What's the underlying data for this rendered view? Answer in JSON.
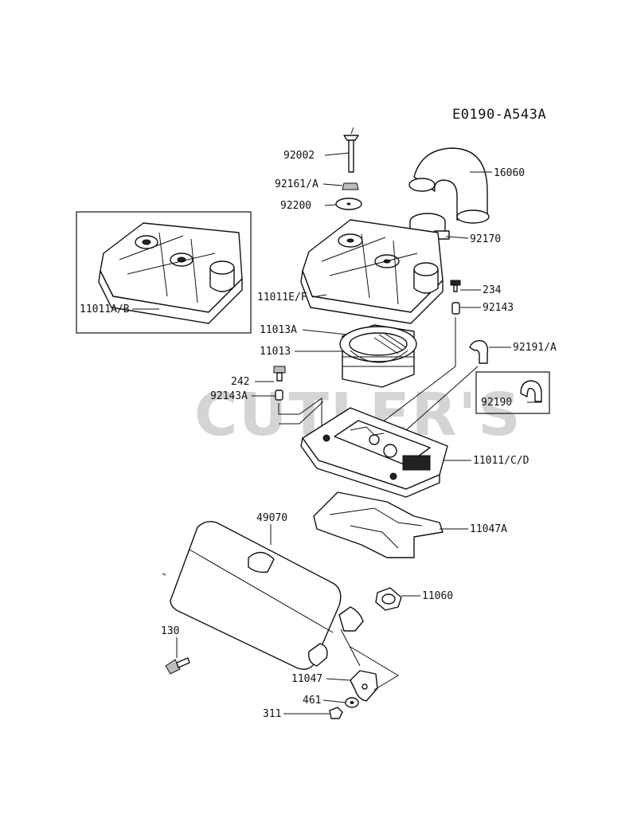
{
  "diagram_code": "E0190-A543A",
  "watermark": "CUTLER'S",
  "labels": {
    "p92002": "92002",
    "p92161A": "92161/A",
    "p92200": "92200",
    "p16060": "16060",
    "p92170": "92170",
    "p11011AB": "11011A/B",
    "p11011EF": "11011E/F",
    "p234": "234",
    "p92143": "92143",
    "p11013A": "11013A",
    "p11013": "11013",
    "p92191A": "92191/A",
    "p242": "242",
    "p92143A": "92143A",
    "p92190": "92190",
    "p11011CD": "11011/C/D",
    "p49070": "49070",
    "p11047A": "11047A",
    "p11060": "11060",
    "p130": "130",
    "p11047": "11047",
    "p461": "461",
    "p311": "311"
  }
}
